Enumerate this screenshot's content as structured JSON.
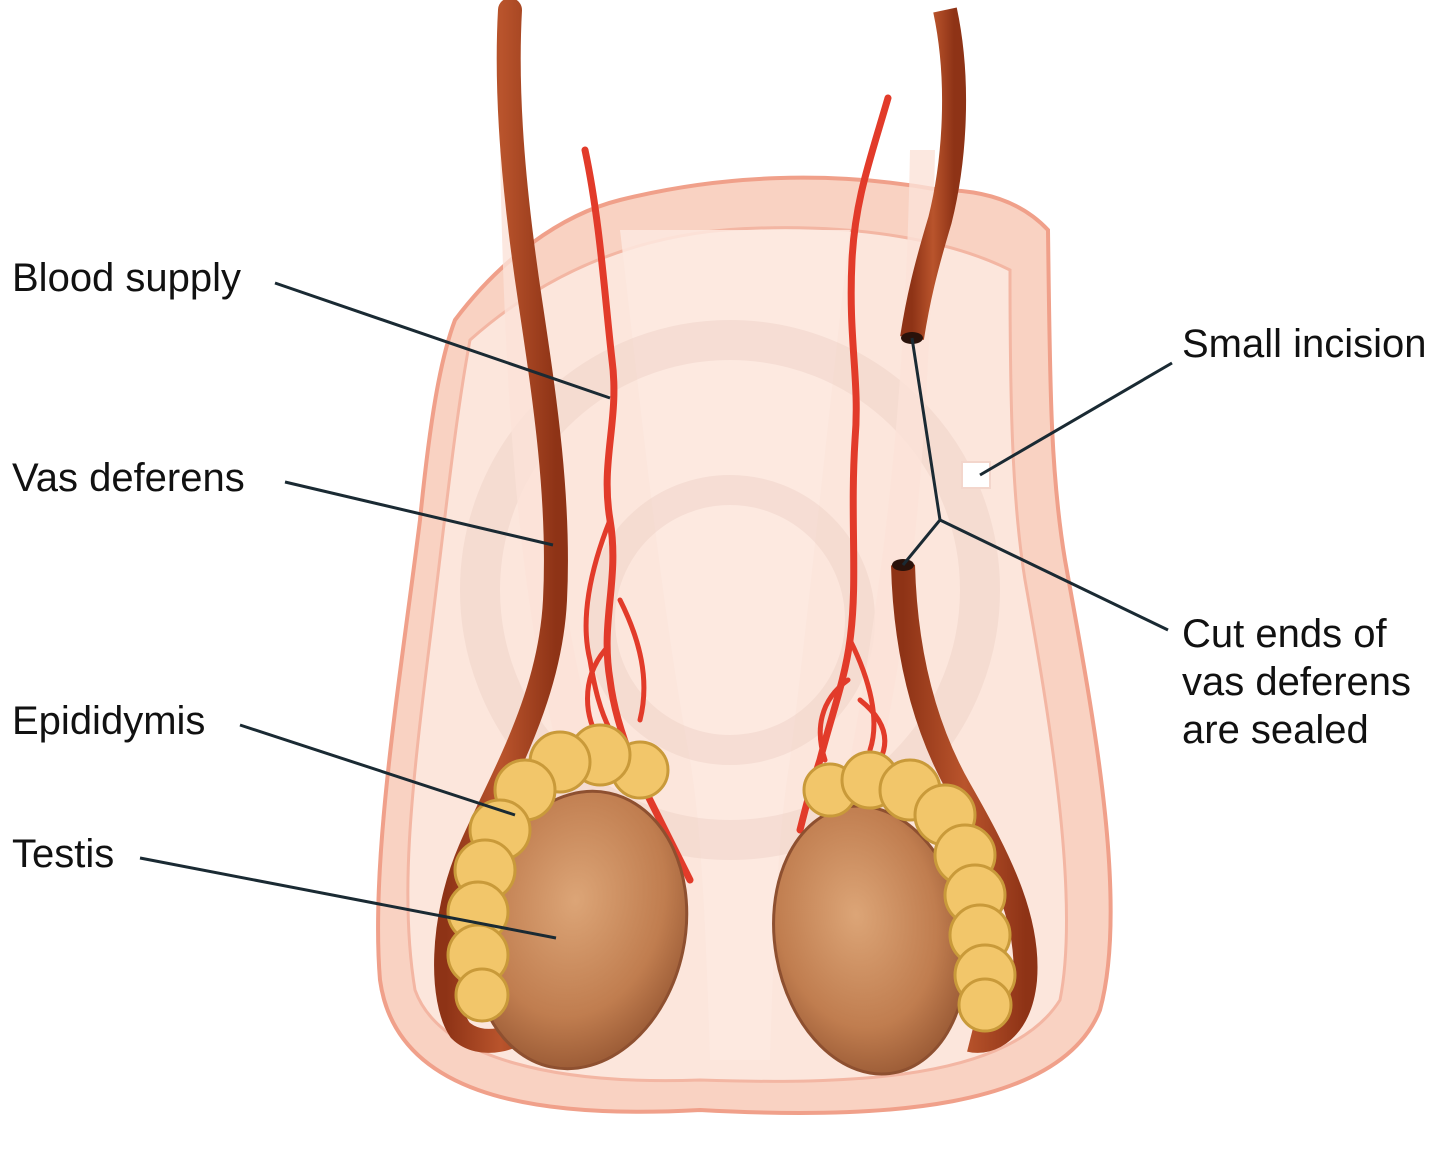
{
  "labels": {
    "blood_supply": "Blood supply",
    "vas_deferens": "Vas deferens",
    "epididymis": "Epididymis",
    "testis": "Testis",
    "small_incision": "Small incision",
    "cut_ends": [
      "Cut ends of",
      "vas deferens",
      "are sealed"
    ]
  },
  "colors": {
    "skin_outer": "#f9d2c2",
    "skin_inner": "#fce6dc",
    "skin_edge": "#f0a08a",
    "vas": "#a8431f",
    "vessel": "#e23b2a",
    "testis": "#c98a5a",
    "epididymis": "#f2c66a",
    "leader": "#1a2a33"
  }
}
